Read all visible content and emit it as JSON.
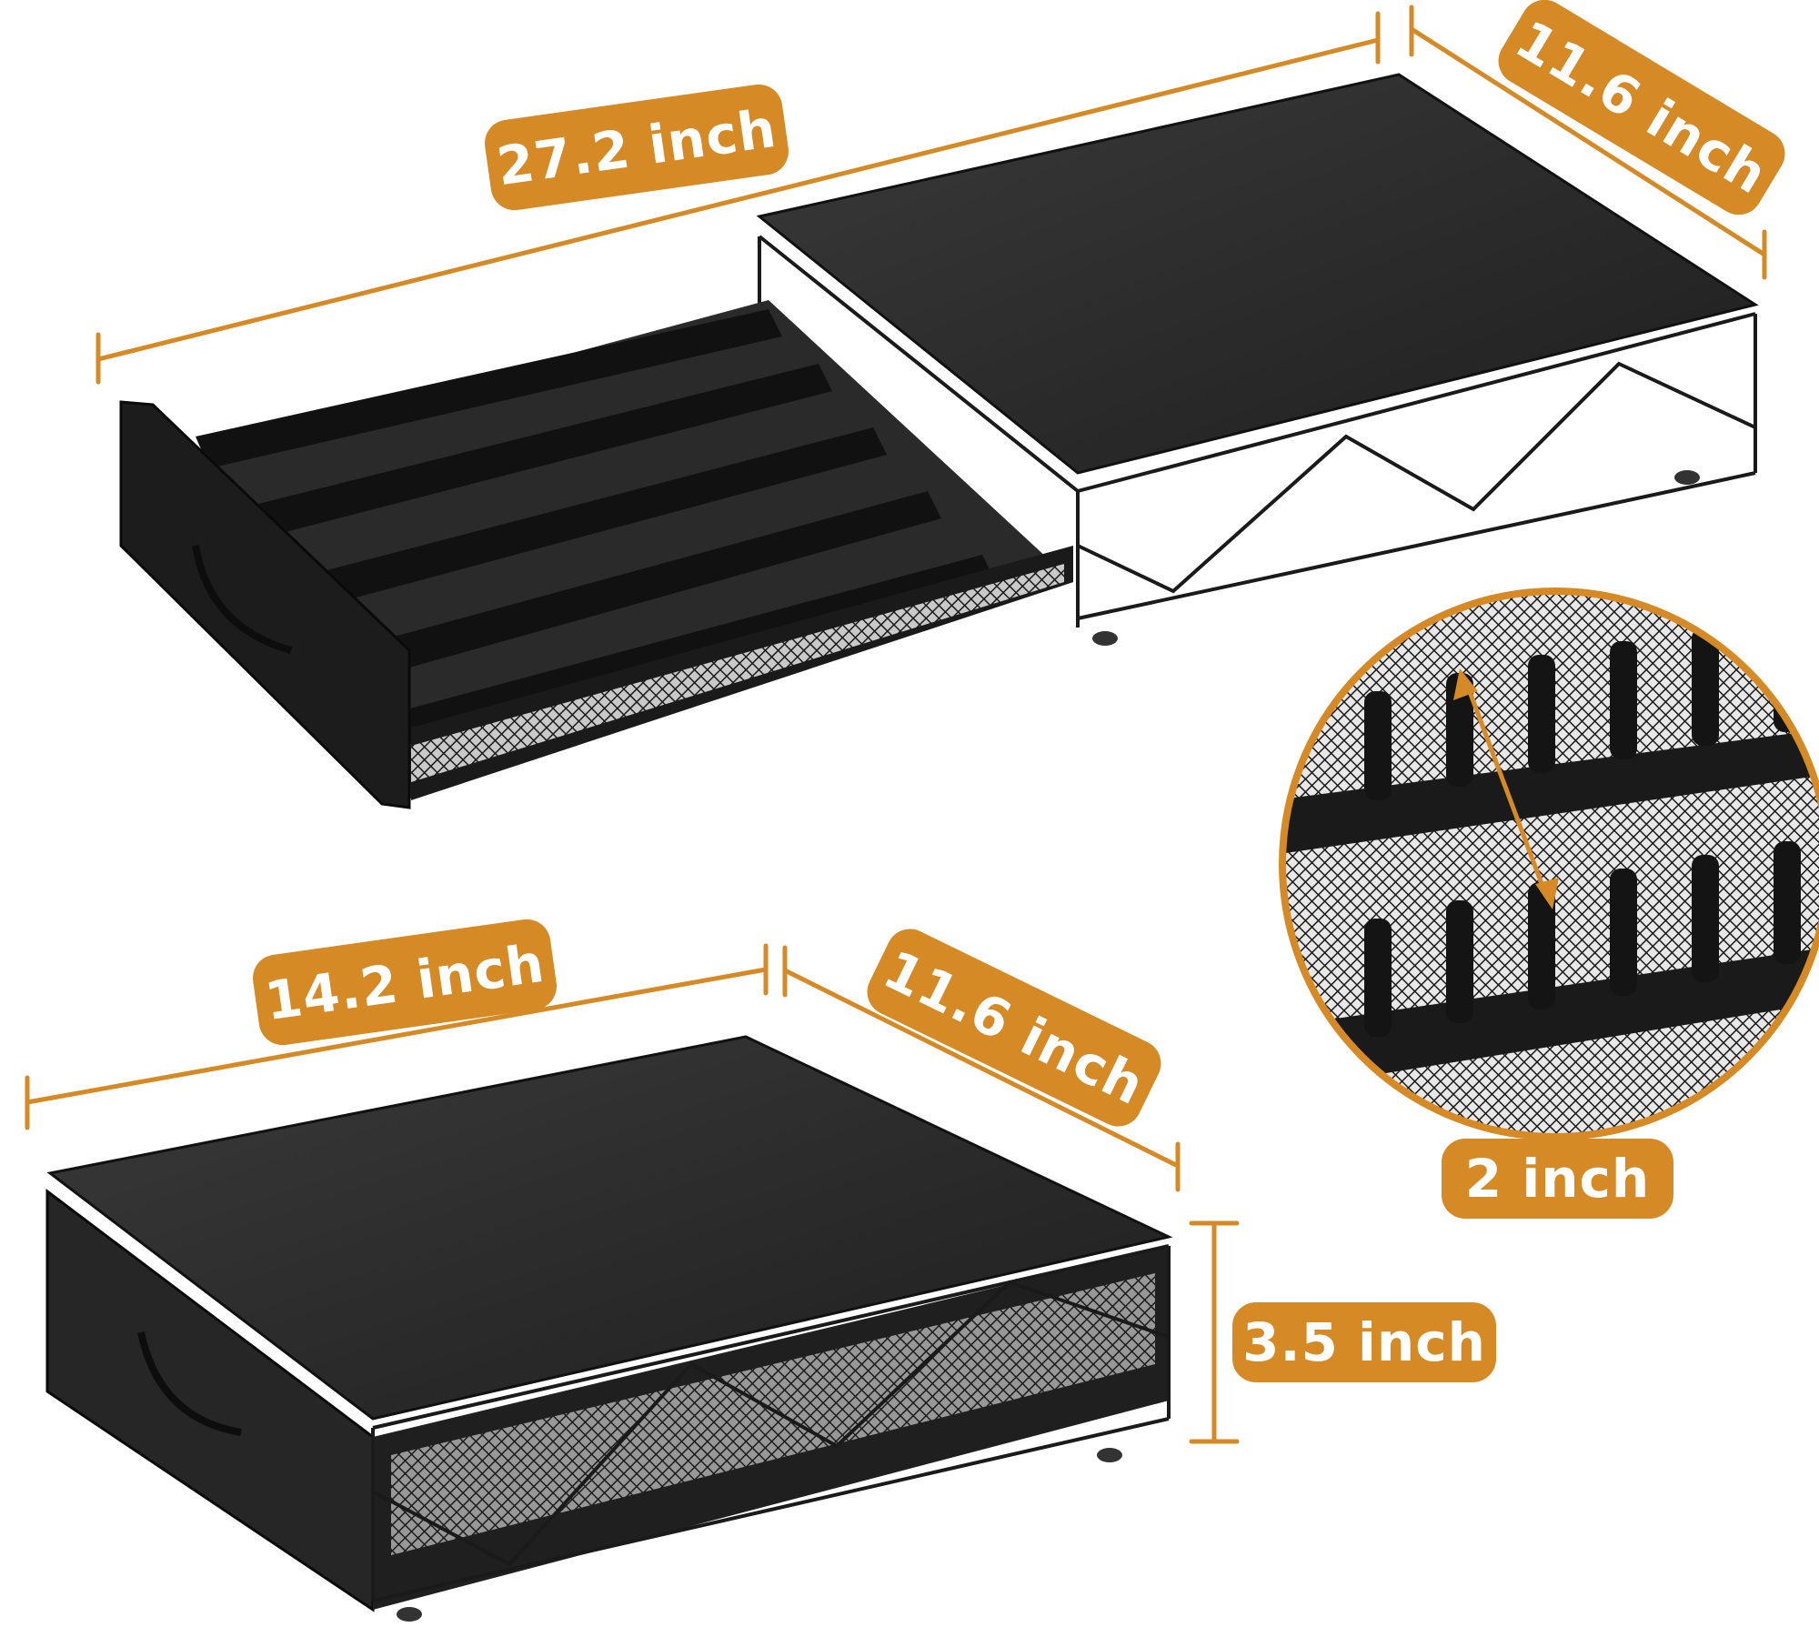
{
  "dimensions": {
    "open_length": "27.2 inch",
    "open_depth": "11.6 inch",
    "closed_length": "14.2 inch",
    "closed_depth": "11.6 inch",
    "height": "3.5 inch",
    "slot_spacing": "2 inch"
  },
  "colors": {
    "label_background": "#d58a25",
    "label_text": "#ffffff",
    "dimension_line": "#d58a25",
    "product_body": "#2b2b2b",
    "background": "#ffffff"
  }
}
